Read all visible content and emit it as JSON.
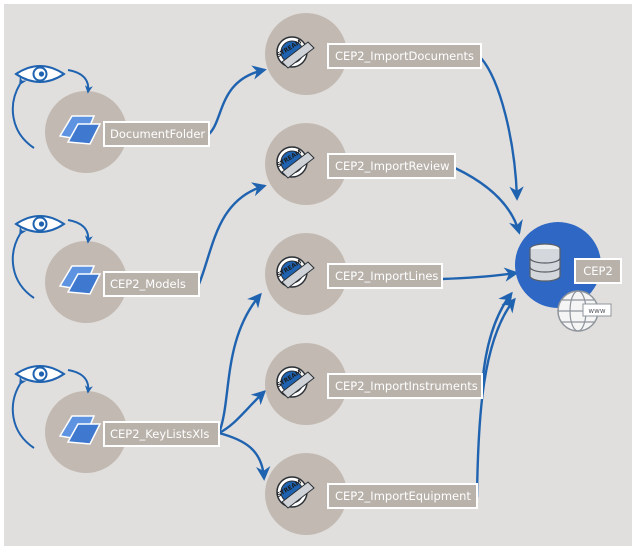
{
  "colors": {
    "background": "#e1dfdd",
    "disk": "#c2bab2",
    "label_bg": "#b9b2ab",
    "connector": "#1f63b0",
    "target": "#2e67c4"
  },
  "sources": [
    {
      "label": "DocumentFolder",
      "icon": "folder-icon",
      "watch_icon": "eye-icon"
    },
    {
      "label": "CEP2_Models",
      "icon": "folder-icon",
      "watch_icon": "eye-icon"
    },
    {
      "label": "CEP2_KeyListsXls",
      "icon": "folder-icon",
      "watch_icon": "eye-icon"
    }
  ],
  "streams": [
    {
      "label": "CEP2_ImportDocuments",
      "icon": "stream-icon",
      "icon_text": "STREAM"
    },
    {
      "label": "CEP2_ImportReview",
      "icon": "stream-icon",
      "icon_text": "STREAM"
    },
    {
      "label": "CEP2_ImportLines",
      "icon": "stream-icon",
      "icon_text": "STREAM"
    },
    {
      "label": "CEP2_ImportInstruments",
      "icon": "stream-icon",
      "icon_text": "STREAM"
    },
    {
      "label": "CEP2_ImportEquipment",
      "icon": "stream-icon",
      "icon_text": "STREAM"
    }
  ],
  "target": {
    "label": "CEP2",
    "icon": "database-icon",
    "web_icon": "globe-icon",
    "web_text": "www"
  }
}
